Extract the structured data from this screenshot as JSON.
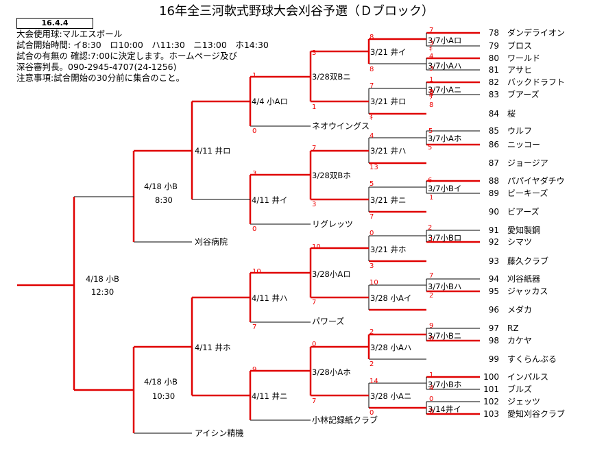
{
  "header": {
    "title": "16年全三河軟式野球大会刈谷予選（Ｄブロック）",
    "date": "16.4.4",
    "info_lines": [
      "大会使用球:マルエスボール",
      "試合開始時間: イ8:30　ロ10:00　ハ11:30　ニ13:00　ホ14:30",
      "試合の有無の 確認:7:00に決定します。ホームページ及び",
      "深谷審判長。090-2945-4707(24-1256)",
      "注意事項:試合開始の30分前に集合のこと。"
    ]
  },
  "teams": [
    {
      "no": "78",
      "name": "ダンデライオン"
    },
    {
      "no": "79",
      "name": "ブロス"
    },
    {
      "no": "80",
      "name": "ワールド"
    },
    {
      "no": "81",
      "name": "アサヒ"
    },
    {
      "no": "82",
      "name": "バックドラフト"
    },
    {
      "no": "83",
      "name": "ブアーズ"
    },
    {
      "no": "84",
      "name": "桜"
    },
    {
      "no": "85",
      "name": "ウルフ"
    },
    {
      "no": "86",
      "name": "ニッコー"
    },
    {
      "no": "87",
      "name": "ジョージア"
    },
    {
      "no": "88",
      "name": "パパイヤダチウ"
    },
    {
      "no": "89",
      "name": "ビーキーズ"
    },
    {
      "no": "90",
      "name": "ビアーズ"
    },
    {
      "no": "91",
      "name": "愛知製鋼"
    },
    {
      "no": "92",
      "name": "シマツ"
    },
    {
      "no": "93",
      "name": "藤久クラブ"
    },
    {
      "no": "94",
      "name": "刈谷紙器"
    },
    {
      "no": "95",
      "name": "ジャッカス"
    },
    {
      "no": "96",
      "name": "メダカ"
    },
    {
      "no": "97",
      "name": "RZ"
    },
    {
      "no": "98",
      "name": "カケヤ"
    },
    {
      "no": "99",
      "name": "すくらんぶる"
    },
    {
      "no": "100",
      "name": "インパルス"
    },
    {
      "no": "101",
      "name": "ブルズ"
    },
    {
      "no": "102",
      "name": "ジェッツ"
    },
    {
      "no": "103",
      "name": "愛知刈谷クラブ"
    }
  ],
  "first_round_games": [
    "3/7小Aロ",
    "3/7小Aハ",
    "3/7小Aニ",
    "3/7小Aホ",
    "3/7小Bイ",
    "3/7小Bロ",
    "3/7小Bハ",
    "3/7小Bニ",
    "3/7小Bホ",
    "3/14井イ"
  ],
  "second_round_games": [
    "3/21 井イ",
    "3/21 井ロ",
    "3/21 井ハ",
    "3/21 井ニ",
    "3/21 井ホ",
    "3/28 小Aイ",
    "3/28 小Aハ",
    "3/28 小Aニ"
  ],
  "third_round_games": [
    "3/28双Bニ",
    "3/28双Bホ",
    "3/28小Aロ",
    "3/28小Aホ"
  ],
  "fourth_round_games": [
    "4/4 小Aロ",
    "4/11 井イ",
    "4/11 井ハ",
    "4/11 井ニ"
  ],
  "fifth_round_games": [
    "4/11 井ロ",
    "4/11 井ホ"
  ],
  "sixth_round_games": [
    {
      "date": "4/18 小B",
      "time": "8:30"
    },
    {
      "date": "4/18 小B",
      "time": "10:30"
    }
  ],
  "final_game": {
    "date": "4/18 小B",
    "time": "12:30"
  },
  "floating_teams": [
    "ネオウイングス",
    "リグレッツ",
    "刈谷病院",
    "パワーズ",
    "小林記録紙クラブ",
    "アイシン精機"
  ],
  "scores": [
    "7",
    "3",
    "4",
    "3",
    "1",
    "3",
    "0",
    "8",
    "ｷ",
    "ﾂ",
    "ｷ",
    "5",
    "5",
    "6",
    "1",
    "8",
    "8",
    "7",
    "ｷ",
    "4",
    "13",
    "5",
    "7",
    "0",
    "3",
    "10",
    "2",
    "1",
    "7",
    "2",
    "9",
    "0",
    "1",
    "4",
    "0",
    "0",
    "2",
    "2",
    "14",
    "0",
    "3",
    "1",
    "7",
    "3",
    "10",
    "7",
    "0",
    "7",
    "1",
    "0",
    "3",
    "0",
    "10",
    "7",
    "9"
  ],
  "colors": {
    "winner_line": "#e00000",
    "line": "#000000",
    "score": "#e00000"
  }
}
